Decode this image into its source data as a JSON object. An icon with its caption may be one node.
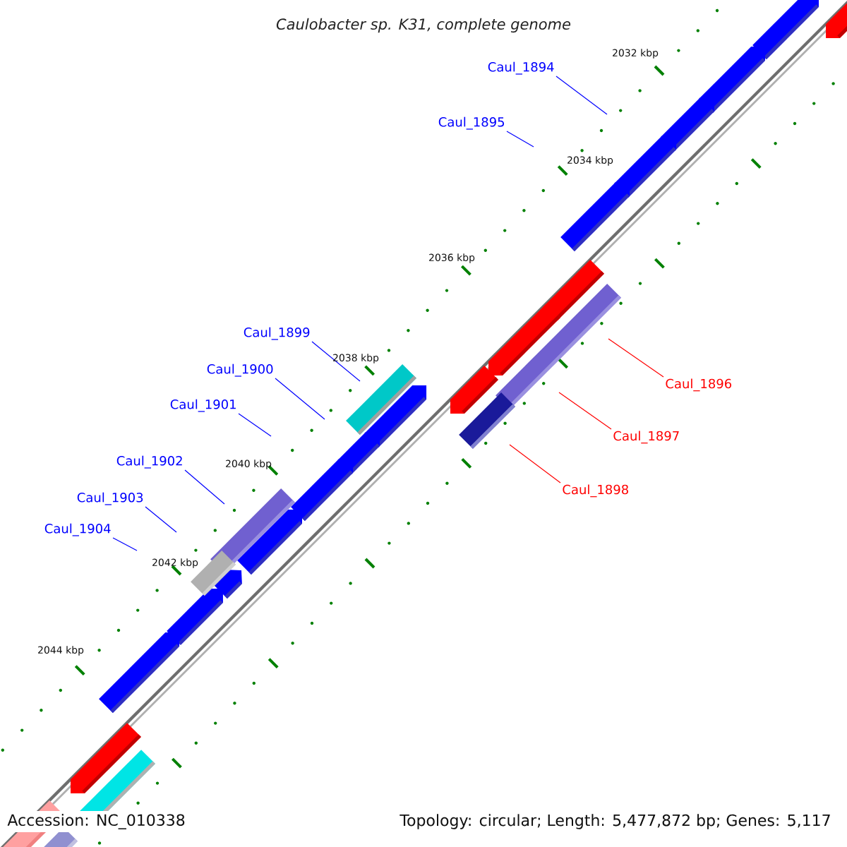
{
  "diagram": {
    "title": "Caulobacter sp. K31, complete genome",
    "nodes": [
      {
        "text": [
          "Caul_1894"
        ]
      },
      {
        "text": [
          "Caul_1895"
        ]
      },
      {
        "text": [
          "Caul_1899"
        ]
      },
      {
        "text": [
          "Caul_1900"
        ]
      },
      {
        "text": [
          "Caul_1896"
        ]
      },
      {
        "text": [
          "Caul_1901"
        ]
      },
      {
        "text": [
          "Caul_1897"
        ]
      },
      {
        "text": [
          "Caul_1902"
        ]
      },
      {
        "text": [
          "Caul_1898"
        ]
      },
      {
        "text": [
          "Caul_1903"
        ]
      },
      {
        "text": [
          "Caul_1904"
        ]
      }
    ],
    "edges": [
      {
        "from": 0,
        "to": null,
        "arrow": "none"
      },
      {
        "from": 1,
        "to": null,
        "arrow": "none"
      },
      {
        "from": 2,
        "to": null,
        "arrow": "none"
      },
      {
        "from": 3,
        "to": null,
        "arrow": "none"
      },
      {
        "from": 4,
        "to": null,
        "arrow": "none",
        "color": "#ff0000"
      },
      {
        "from": 5,
        "to": null,
        "arrow": "none"
      },
      {
        "from": 6,
        "to": null,
        "arrow": "none",
        "color": "#ff0000"
      },
      {
        "from": 7,
        "to": null,
        "arrow": "none"
      },
      {
        "from": 8,
        "to": null,
        "arrow": "none",
        "color": "#ff0000"
      },
      {
        "from": 9,
        "to": null,
        "arrow": "none"
      },
      {
        "from": 10,
        "to": null,
        "arrow": "none"
      }
    ],
    "labels": [
      "2032 kbp",
      "2034 kbp",
      "2036 kbp",
      "2038 kbp",
      "2040 kbp",
      "2042 kbp",
      "2044 kbp",
      "Accession: NC_010338",
      "Topology: circular; Length: 5,477,872 bp; Genes: 5,117"
    ]
  }
}
